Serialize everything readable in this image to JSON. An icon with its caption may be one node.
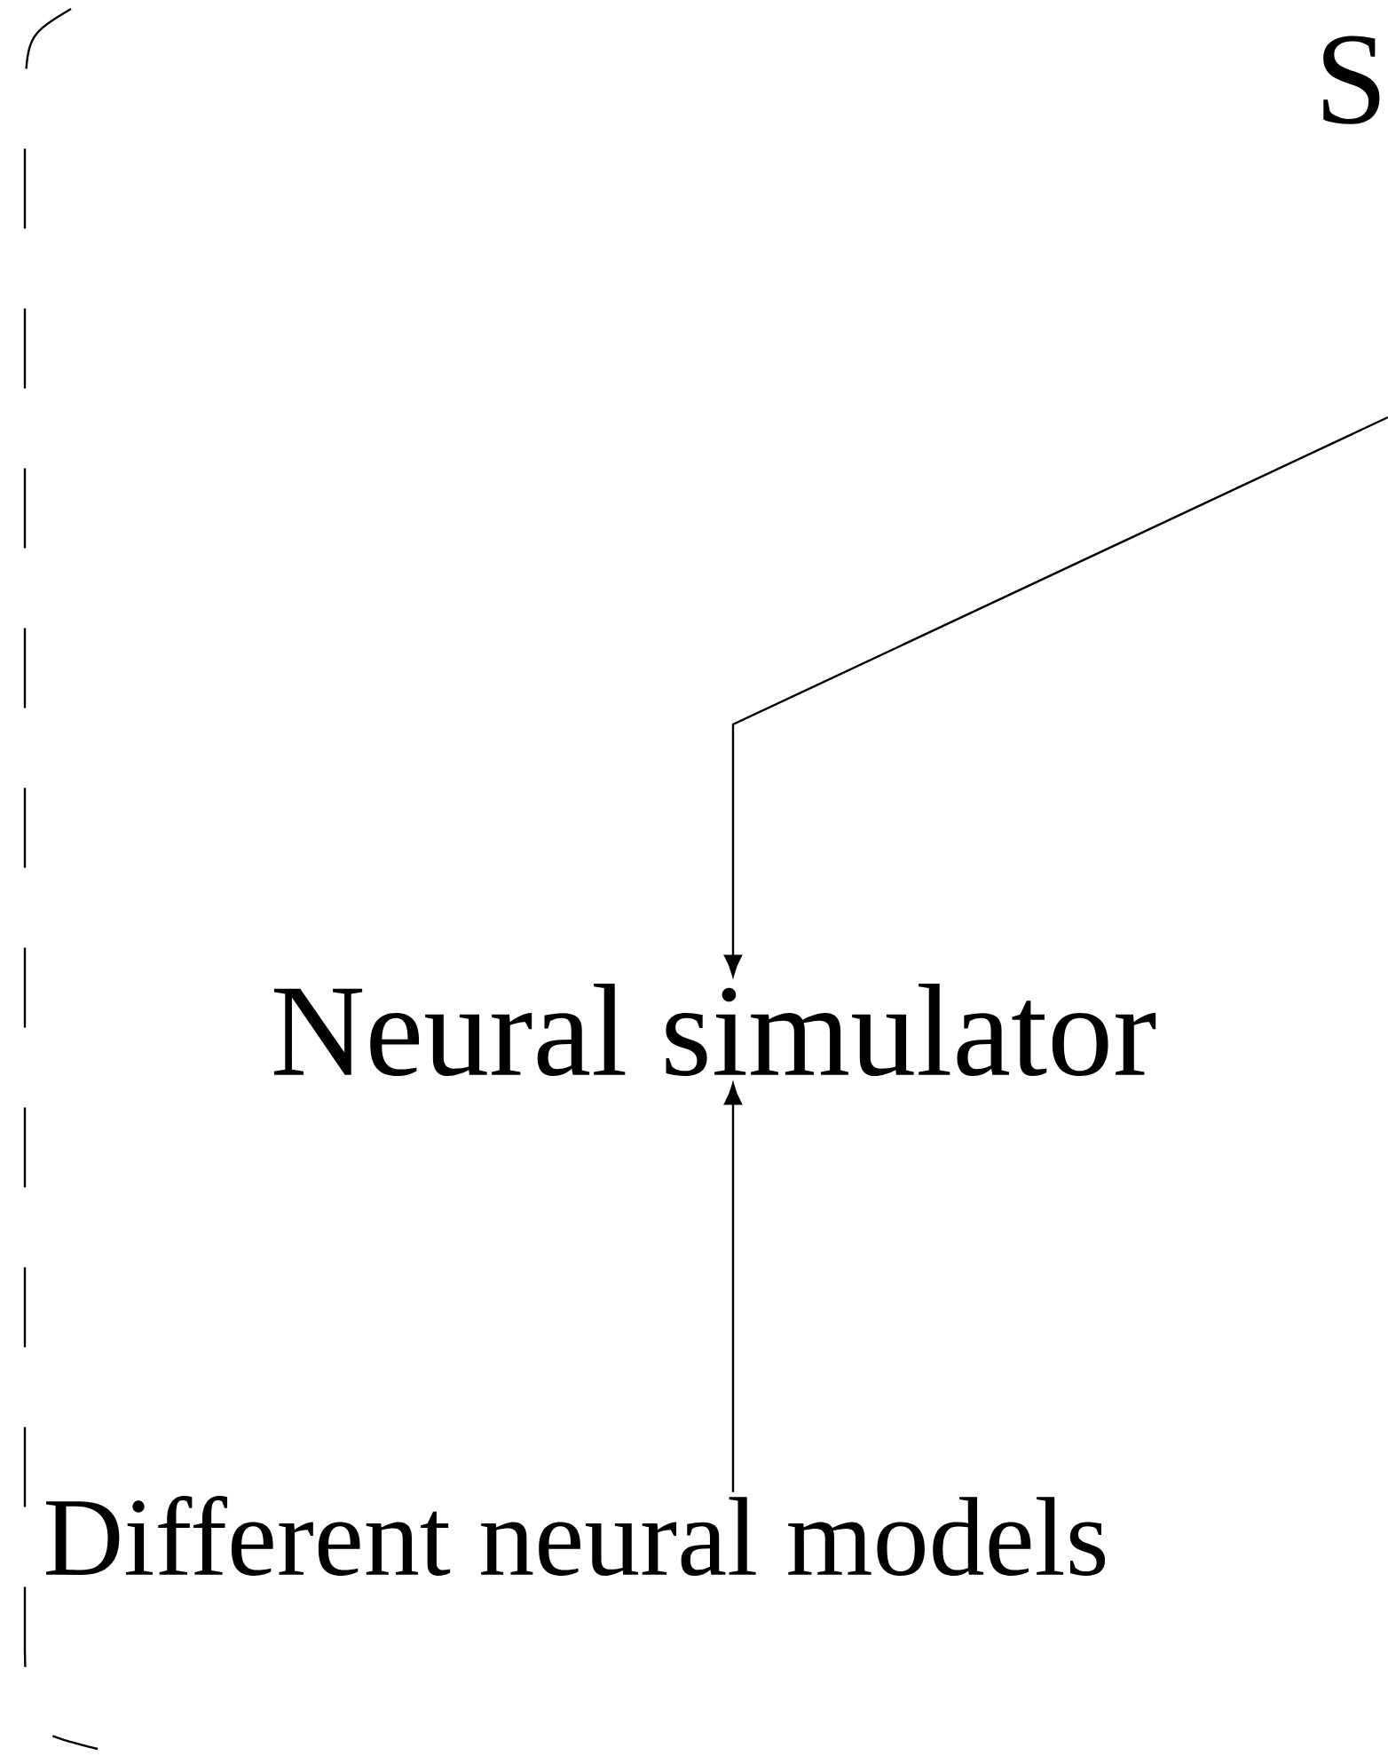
{
  "diagram": {
    "nodes": [
      {
        "text": [
          "Neural simulator"
        ]
      },
      {
        "text": [
          "Different neural models"
        ]
      }
    ],
    "edges": [
      {
        "from": null,
        "to": 0,
        "arrow": "to"
      },
      {
        "from": 1,
        "to": 0,
        "arrow": "to"
      }
    ],
    "labels": [
      "S"
    ]
  }
}
